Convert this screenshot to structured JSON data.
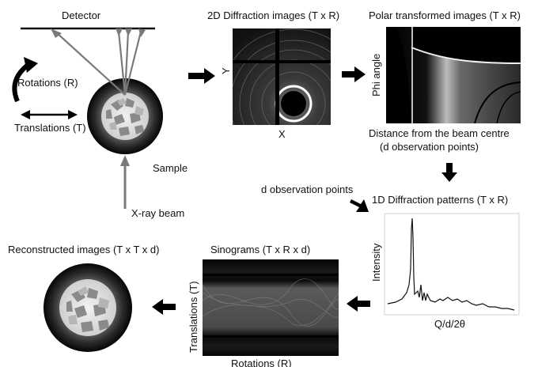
{
  "labels": {
    "detector": "Detector",
    "rotations": "Rotations (R)",
    "translations": "Translations (T)",
    "sample": "Sample",
    "xray_beam": "X-ray beam",
    "diffraction_2d_title": "2D Diffraction images (T x R)",
    "axis_x": "X",
    "axis_y": "Y",
    "polar_title": "Polar transformed images (T x R)",
    "phi_angle": "Phi angle",
    "distance_line1": "Distance from the beam centre",
    "distance_line2": "(d observation points)",
    "d_observation_points": "d observation points",
    "diffraction_1d_title": "1D Diffraction patterns (T x R)",
    "intensity": "Intensity",
    "q_axis": "Q/d/2θ",
    "sinograms_title": "Sinograms (T x R x d)",
    "sino_translations": "Translations (T)",
    "sino_rotations": "Rotations (R)",
    "reconstructed_title": "Reconstructed images (T x T x d)"
  }
}
